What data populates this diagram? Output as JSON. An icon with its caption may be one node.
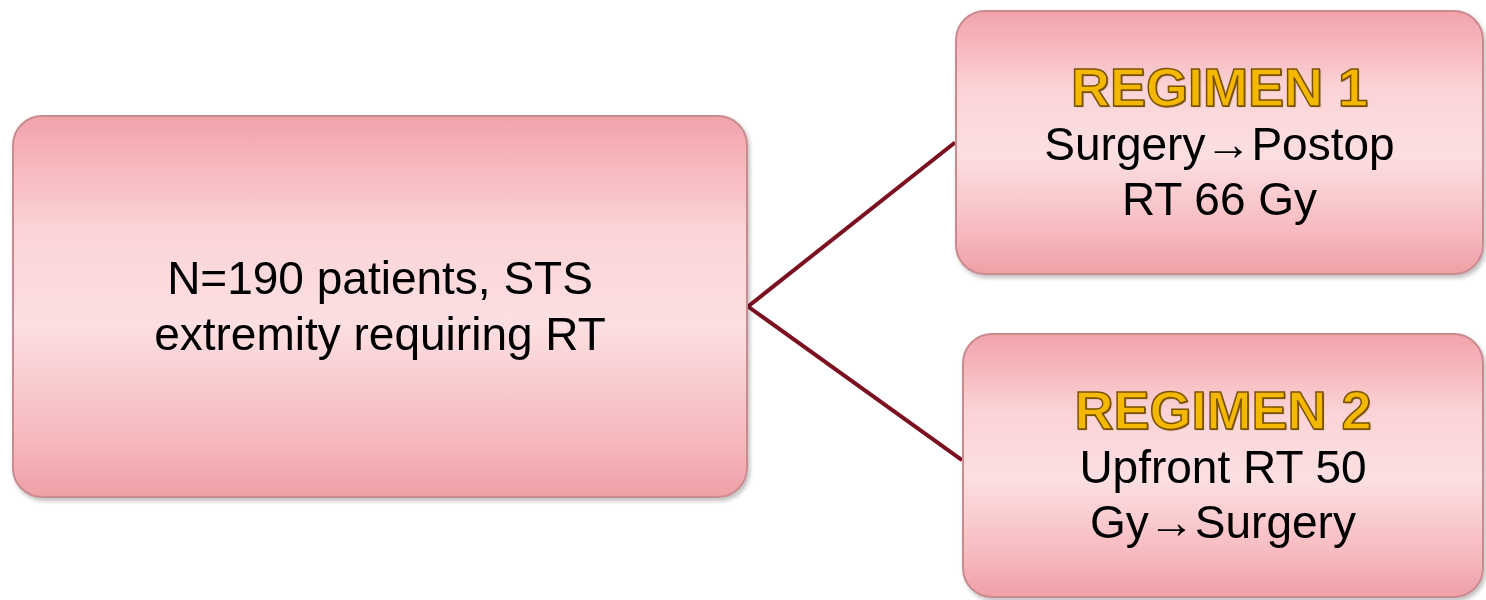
{
  "diagram": {
    "nodes": [
      {
        "text": [
          "N=190 patients, STS extremity requiring RT"
        ]
      },
      {
        "text": [
          "REGIMEN 1",
          "Surgery→Postop RT 66 Gy"
        ]
      },
      {
        "text": [
          "REGIMEN 2",
          "Upfront RT 50 Gy→Surgery"
        ]
      }
    ],
    "edges": [
      {
        "from": 0,
        "to": 1,
        "arrow": "none"
      },
      {
        "from": 0,
        "to": 2,
        "arrow": "none"
      }
    ]
  }
}
